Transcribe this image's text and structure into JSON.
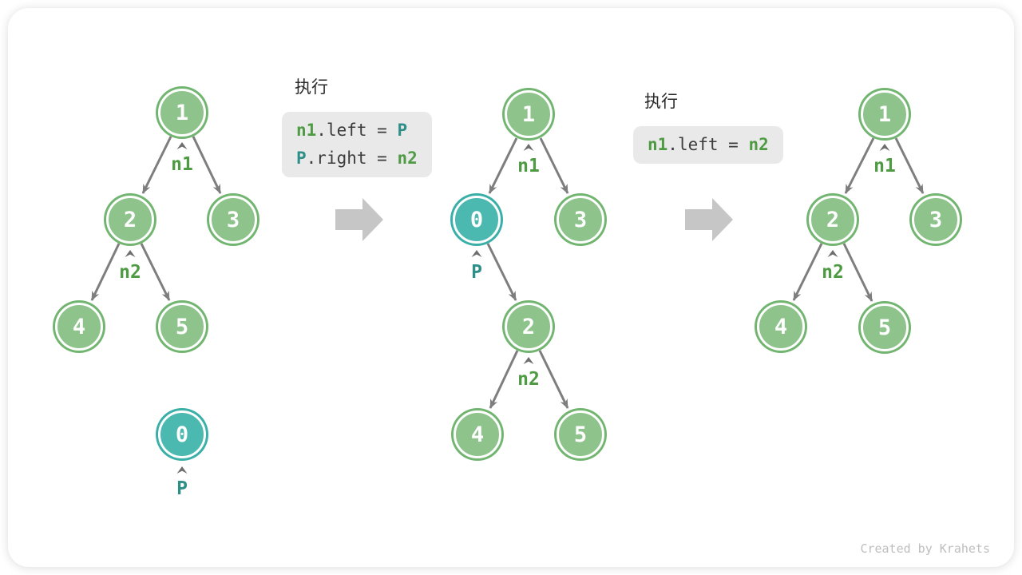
{
  "colors": {
    "node_green_fill": "#8EC48C",
    "node_green_ring": "#72B570",
    "node_teal_fill": "#4CB9B1",
    "node_teal_ring": "#3AAFA7",
    "pointer_label_green": "#4E9B43",
    "pointer_label_teal": "#2E8F88",
    "edge_gray": "#7E7E7E",
    "block_arrow_gray": "#C6C6C6",
    "code_background": "#E9E9E9",
    "code_plain_text": "#3C3C3C"
  },
  "step1": {
    "title": "执行",
    "line1": {
      "t1": "n1",
      "t2": ".left = ",
      "t3": "P"
    },
    "line2": {
      "t1": "P",
      "t2": ".right = ",
      "t3": "n2"
    }
  },
  "step2": {
    "title": "执行",
    "line1": {
      "t1": "n1",
      "t2": ".left = ",
      "t3": "n2"
    }
  },
  "tree1": {
    "node1": "1",
    "node2": "2",
    "node3": "3",
    "node4": "4",
    "node5": "5",
    "nodeP": "0",
    "ptr_n1": "n1",
    "ptr_n2": "n2",
    "ptr_p": "P"
  },
  "tree2": {
    "node1": "1",
    "nodeP": "0",
    "node3": "3",
    "node2": "2",
    "node4": "4",
    "node5": "5",
    "ptr_n1": "n1",
    "ptr_p": "P",
    "ptr_n2": "n2"
  },
  "tree3": {
    "node1": "1",
    "node2": "2",
    "node3": "3",
    "node4": "4",
    "node5": "5",
    "ptr_n1": "n1",
    "ptr_n2": "n2"
  },
  "watermark": "Created by Krahets"
}
